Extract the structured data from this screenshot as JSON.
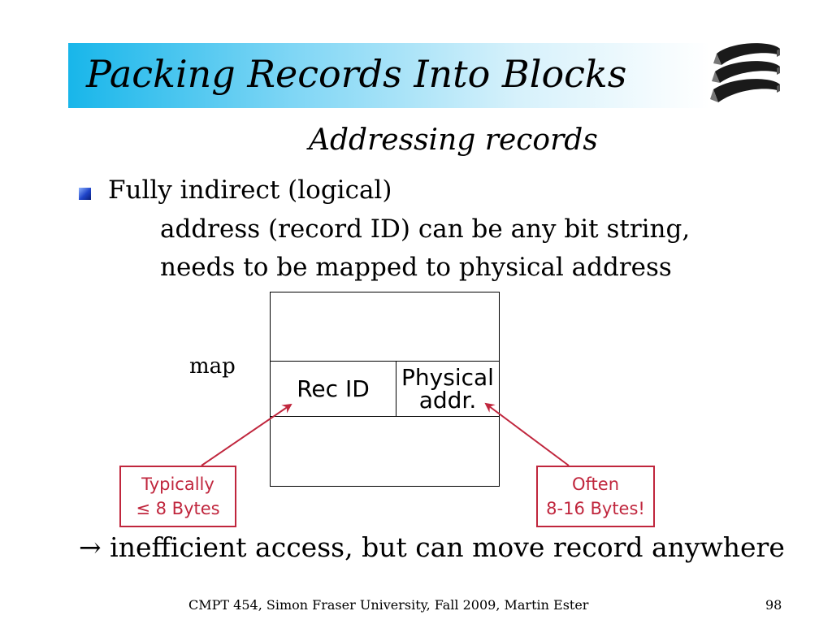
{
  "slide": {
    "title": "Packing Records Into Blocks",
    "subtitle": "Addressing records",
    "bullet": {
      "heading": "Fully indirect (logical)",
      "line2": "address (record ID) can be any bit string,",
      "line3": "needs to be mapped to physical address"
    },
    "diagram": {
      "map_label": "map",
      "cell_rec_id": "Rec ID",
      "cell_physical_line1": "Physical",
      "cell_physical_line2": "addr.",
      "callout_left_line1": "Typically",
      "callout_left_line2": "≤ 8 Bytes",
      "callout_right_line1": "Often",
      "callout_right_line2": "8-16 Bytes!"
    },
    "conclusion": "→ inefficient access, but can move record anywhere",
    "footer": "CMPT 454, Simon Fraser University, Fall 2009, Martin Ester",
    "page_number": "98",
    "colors": {
      "title_gradient_start": "#18b6ea",
      "callout": "#c0263d",
      "bullet": "#1f44c8"
    },
    "icons": [
      "stacked-disks-logo-icon",
      "bullet-square-icon",
      "right-arrow-icon"
    ]
  }
}
